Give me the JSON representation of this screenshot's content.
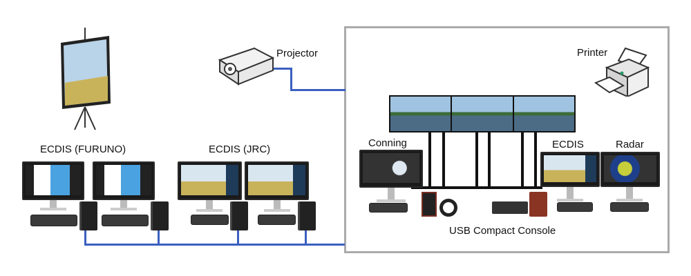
{
  "labels": {
    "projector": "Projector",
    "printer": "Printer",
    "ecdis_furuno": "ECDIS (FURUNO)",
    "ecdis_jrc": "ECDIS (JRC)",
    "conning": "Conning",
    "ecdis": "ECDIS",
    "radar": "Radar",
    "usb_console": "USB Compact Console"
  },
  "colors": {
    "network_line": "#3a5fbf",
    "box_border": "#aaaaaa"
  }
}
